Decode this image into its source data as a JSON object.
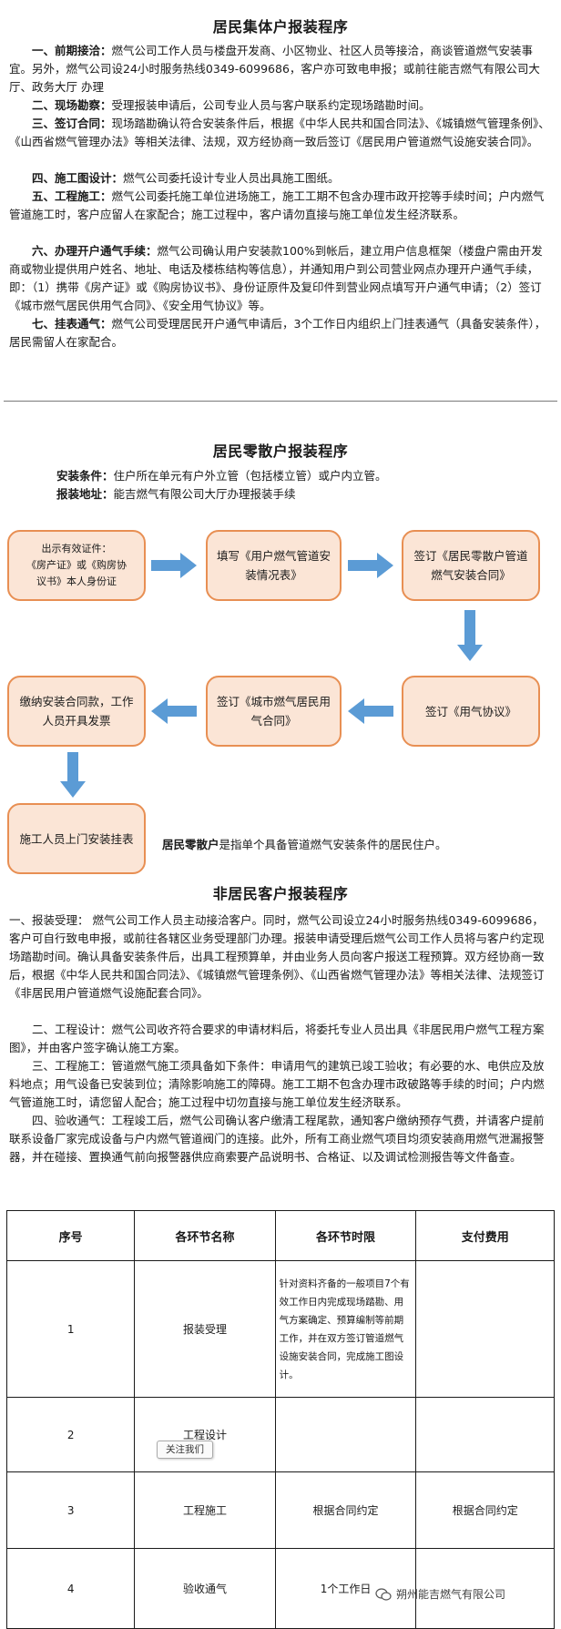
{
  "collective": {
    "title": "居民集体户报装程序",
    "steps": [
      {
        "label": "一、前期接洽：",
        "text": "燃气公司工作人员与楼盘开发商、小区物业、社区人员等接洽，商谈管道燃气安装事宜。另外，燃气公司设24小时服务热线0349-6099686，客户亦可致电申报；或前往能吉燃气有限公司大厅、政务大厅 办理"
      },
      {
        "label": "二、现场勘察：",
        "text": "受理报装申请后，公司专业人员与客户联系约定现场踏勘时间。"
      },
      {
        "label": "三、签订合同：",
        "text": "现场踏勘确认符合安装条件后，根据《中华人民共和国合同法》、《城镇燃气管理条例》、《山西省燃气管理办法》等相关法律、法规，双方经协商一致后签订《居民用户管道燃气设施安装合同》。"
      },
      {
        "label": "四、施工图设计：",
        "text": "燃气公司委托设计专业人员出具施工图纸。"
      },
      {
        "label": "五、工程施工：",
        "text": "燃气公司委托施工单位进场施工，施工工期不包含办理市政开挖等手续时间；户内燃气管道施工时，客户应留人在家配合；施工过程中，客户请勿直接与施工单位发生经济联系。"
      },
      {
        "label": "六、办理开户通气手续：",
        "text": "燃气公司确认用户安装款100%到帐后，建立用户信息框架（楼盘户需由开发商或物业提供用户姓名、地址、电话及楼栋结构等信息），并通知用户到公司营业网点办理开户通气手续，即：（1）携带《房产证》或《购房协议书》、身份证原件及复印件到营业网点填写开户通气申请；（2）签订《城市燃气居民供用气合同》、《安全用气协议》等。"
      },
      {
        "label": "七、挂表通气：",
        "text": "燃气公司受理居民开户通气申请后，3个工作日内组织上门挂表通气（具备安装条件），居民需留人在家配合。"
      }
    ]
  },
  "scattered": {
    "title": "居民零散户报装程序",
    "condition_label": "安装条件：",
    "condition_text": "住户所在单元有户外立管（包括楼立管）或户内立管。",
    "address_label": "报装地址：",
    "address_text": "能吉燃气有限公司大厅办理报装手续",
    "flow": {
      "box1_line1": "出示有效证件：",
      "box1_line2": "《房产证》或《购房协",
      "box1_line3": "议书》本人身份证",
      "box2": "填写《用户燃气管道安装情况表》",
      "box3": "签订《居民零散户管道燃气安装合同》",
      "box4": "签订《用气协议》",
      "box5": "签订《城市燃气居民用气合同》",
      "box6": "缴纳安装合同款，工作人员开具发票",
      "box7": "施工人员上门安装挂表"
    },
    "definition_label": "居民零散户",
    "definition_text": "是指单个具备管道燃气安装条件的居民住户。"
  },
  "nonresident": {
    "title": "非居民客户报装程序",
    "paras": [
      "一、报装受理： 燃气公司工作人员主动接洽客户。同时，燃气公司设立24小时服务热线0349-6099686，客户可自行致电申报，或前往各辖区业务受理部门办理。报装申请受理后燃气公司工作人员将与客户约定现场踏勘时间。确认具备安装条件后，出具工程预算单，并由业务人员向客户报送工程预算。双方经协商一致后，根据《中华人民共和国合同法》、《城镇燃气管理条例》、《山西省燃气管理办法》等相关法律、法规签订《非居民用户管道燃气设施配套合同》。",
      "二、工程设计：燃气公司收齐符合要求的申请材料后，将委托专业人员出具《非居民用户燃气工程方案图》，并由客户签字确认施工方案。",
      "三、工程施工：管道燃气施工须具备如下条件：申请用气的建筑已竣工验收；有必要的水、电供应及放料地点；用气设备已安装到位；清除影响施工的障碍。施工工期不包含办理市政破路等手续的时间；户内燃气管道施工时，请您留人配合；施工过程中切勿直接与施工单位发生经济联系。",
      "四、验收通气：工程竣工后，燃气公司确认客户缴清工程尾款，通知客户缴纳预存气费，并请客户提前联系设备厂家完成设备与户内燃气管道阀门的连接。此外，所有工商业燃气项目均须安装商用燃气泄漏报警器，并在碰接、置换通气前向报警器供应商索要产品说明书、合格证、以及调试检测报告等文件备查。"
    ]
  },
  "table": {
    "headers": [
      "序号",
      "各环节名称",
      "各环节时限",
      "支付费用"
    ],
    "rows": [
      {
        "no": "1",
        "name": "报装受理",
        "limit": "针对资料齐备的一般项目7个有效工作日内完成现场踏勘、用气方案确定、预算编制等前期工作，并在双方签订管道燃气设施安装合同，完成施工图设计。",
        "fee": ""
      },
      {
        "no": "2",
        "name": "工程设计",
        "limit": "",
        "fee": ""
      },
      {
        "no": "3",
        "name": "工程施工",
        "limit": "根据合同约定",
        "fee": "根据合同约定"
      },
      {
        "no": "4",
        "name": "验收通气",
        "limit": "1个工作日",
        "fee": ""
      }
    ]
  },
  "overlay": {
    "follow_label": "关注我们",
    "watermark": "朔州能吉燃气有限公司",
    "watermark_icon": "wechat-icon"
  },
  "colors": {
    "box_fill": "#fbe5d6",
    "box_border": "#e88f53",
    "arrow": "#5b9bd5"
  }
}
